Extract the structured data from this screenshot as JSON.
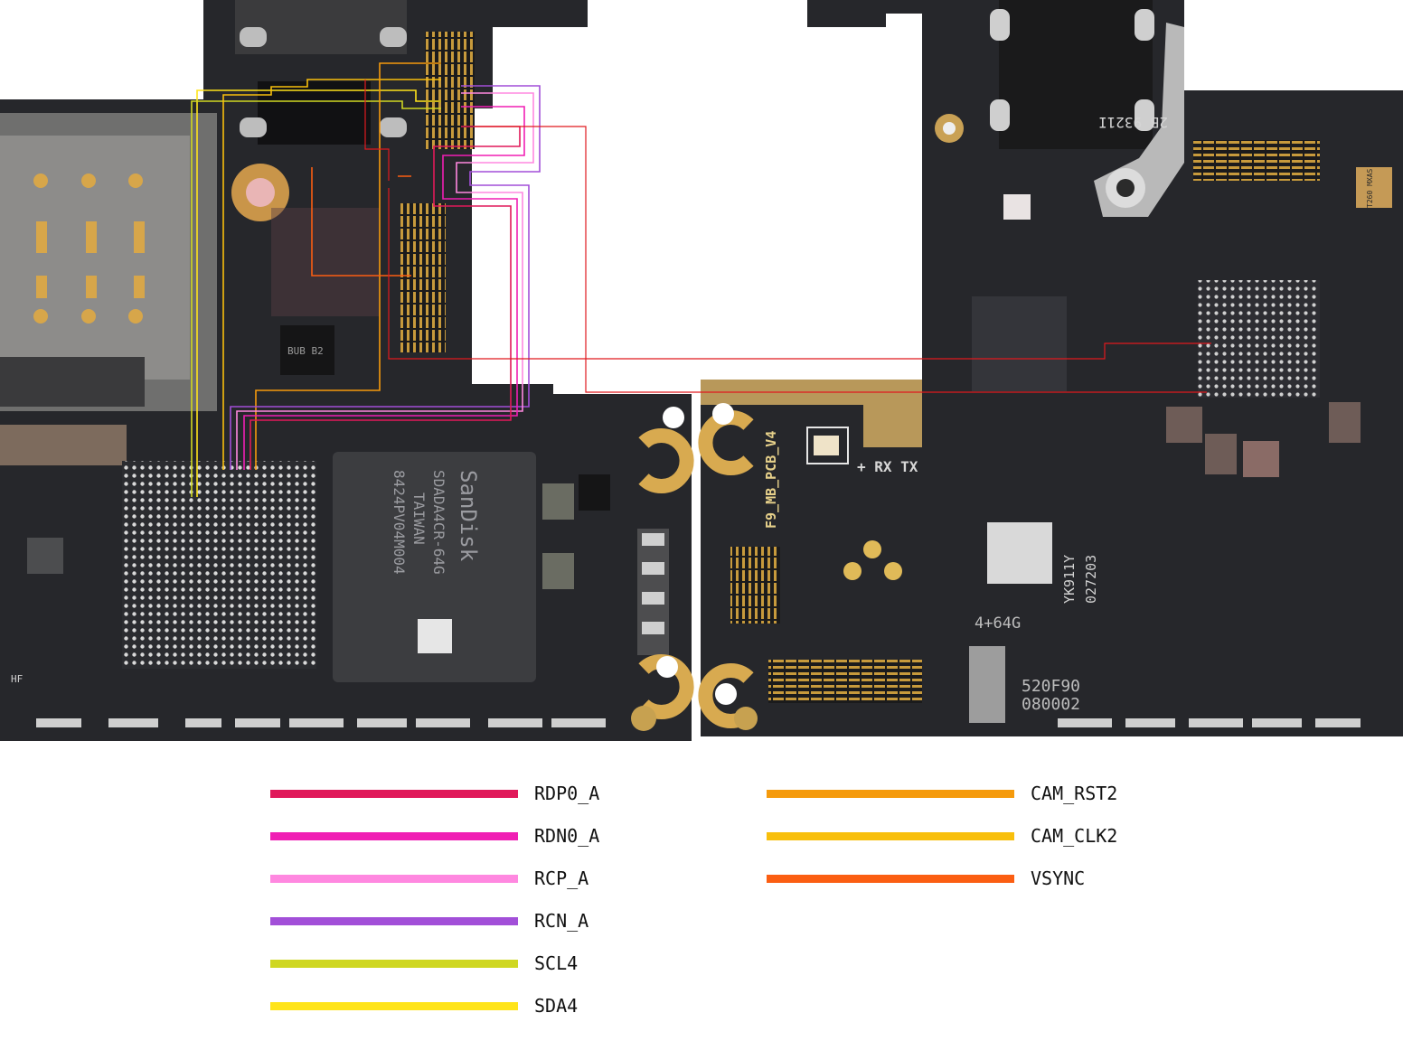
{
  "board": {
    "left_chip": {
      "brand": "SanDisk",
      "part": "SDADA4CR-64G",
      "origin": "TAIWAN",
      "code": "8424PV04M004"
    },
    "pcb_label": "F9_MB_PCB_V4",
    "rx_tx_label": "+ RX TX",
    "ic_marking": "YK911Y",
    "ic_marking2": "027203",
    "capacity_label": "4+64G",
    "code_label_1": "520F90",
    "code_label_2": "080002",
    "connector_label": "2B 9321I",
    "crystal_label": "T260 MXAS",
    "bub_label": "BUB B2",
    "small_label": "HF"
  },
  "legend": {
    "left": [
      {
        "label": "RDP0_A",
        "color": "#e0195a"
      },
      {
        "label": "RDN0_A",
        "color": "#f01fb4"
      },
      {
        "label": "RCP_A",
        "color": "#ff88e0"
      },
      {
        "label": "RCN_A",
        "color": "#a24fd8"
      },
      {
        "label": "SCL4",
        "color": "#cfd722"
      },
      {
        "label": "SDA4",
        "color": "#ffe41a"
      }
    ],
    "right": [
      {
        "label": "CAM_RST2",
        "color": "#f59a0c"
      },
      {
        "label": "CAM_CLK2",
        "color": "#f8bf0c"
      },
      {
        "label": "VSYNC",
        "color": "#fb5e12"
      }
    ]
  }
}
